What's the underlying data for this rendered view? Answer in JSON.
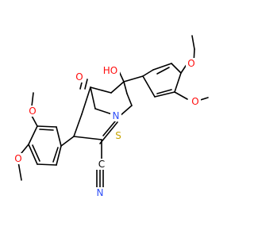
{
  "molecule": {
    "colors": {
      "bond": "#000000",
      "oxygen": "#ff0d0d",
      "nitrogen": "#3050f8",
      "sulfur": "#c7a400",
      "carbon": "#000000"
    },
    "labels": {
      "o_methoxy_left_top": "O",
      "o_methoxy_left_bottom": "O",
      "o_methoxy_right_top": "O",
      "o_methoxy_right_bottom": "O",
      "o_ketone": "O",
      "o_hydroxy": "HO",
      "n_ring": "N",
      "s_ring": "S",
      "c_nitrile": "C",
      "n_nitrile": "N"
    }
  }
}
